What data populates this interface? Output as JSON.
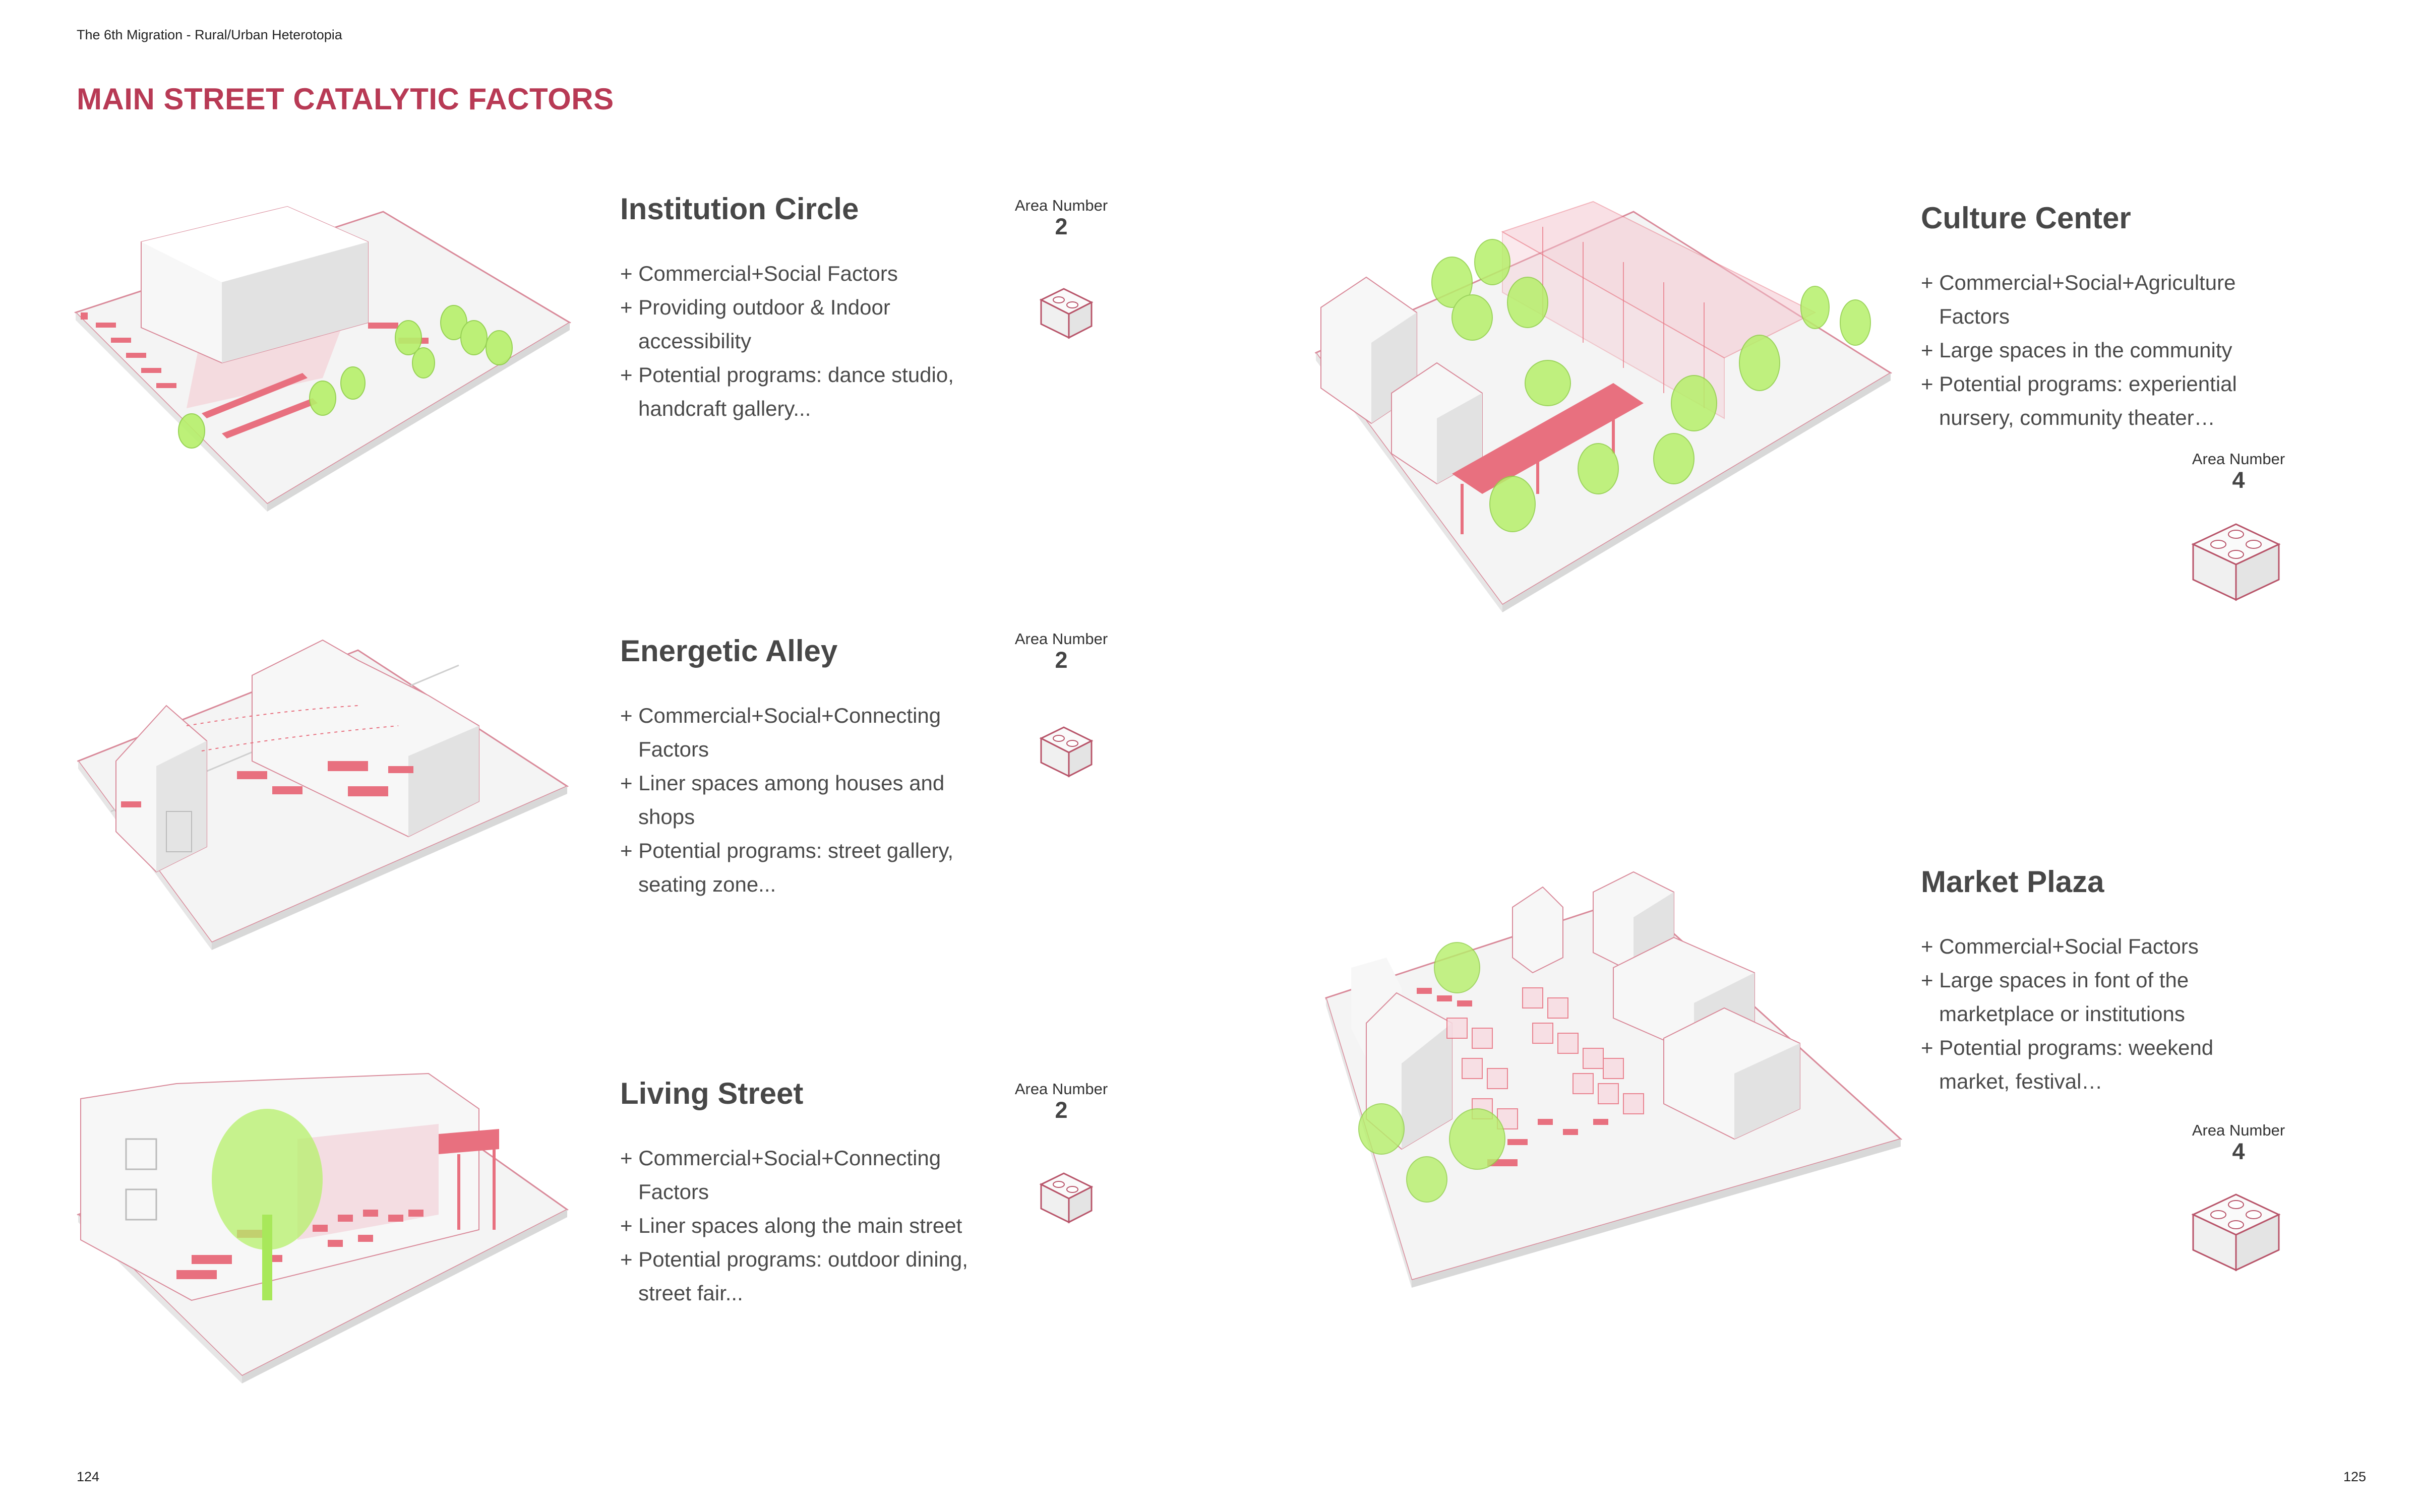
{
  "header": {
    "running_title": "The 6th Migration - Rural/Urban Heterotopia",
    "page_title": "MAIN STREET CATALYTIC FACTORS"
  },
  "sections": [
    {
      "title": "Institution Circle",
      "bullets": [
        "+ Commercial+Social Factors",
        "+ Providing outdoor & Indoor accessibility",
        "+ Potential programs: dance studio, handcraft gallery..."
      ],
      "area_label": "Area Number",
      "area_number": "2"
    },
    {
      "title": "Energetic Alley",
      "bullets": [
        "+ Commercial+Social+Connecting Factors",
        "+ Liner spaces among houses and shops",
        "+ Potential programs: street gallery, seating zone..."
      ],
      "area_label": "Area Number",
      "area_number": "2"
    },
    {
      "title": "Living Street",
      "bullets": [
        "+ Commercial+Social+Connecting Factors",
        "+ Liner spaces along the main street",
        "+ Potential programs: outdoor dining, street fair..."
      ],
      "area_label": "Area Number",
      "area_number": "2"
    },
    {
      "title": "Culture Center",
      "bullets": [
        "+ Commercial+Social+Agriculture Factors",
        "+ Large spaces in the community",
        "+ Potential programs: experiential nursery, community theater…"
      ],
      "area_label": "Area Number",
      "area_number": "4"
    },
    {
      "title": "Market Plaza",
      "bullets": [
        "+ Commercial+Social Factors",
        "+ Large spaces in font of the marketplace or institutions",
        "+ Potential programs: weekend market, festival…"
      ],
      "area_label": "Area Number",
      "area_number": "4"
    }
  ],
  "footer": {
    "left_page": "124",
    "right_page": "125"
  },
  "colors": {
    "accent": "#b83a55",
    "program": "#e8707f",
    "tree": "#b6f06a",
    "outline": "#e0a0ad"
  },
  "icons": [
    "lego-brick-2x1-icon",
    "lego-brick-2x2-icon"
  ]
}
